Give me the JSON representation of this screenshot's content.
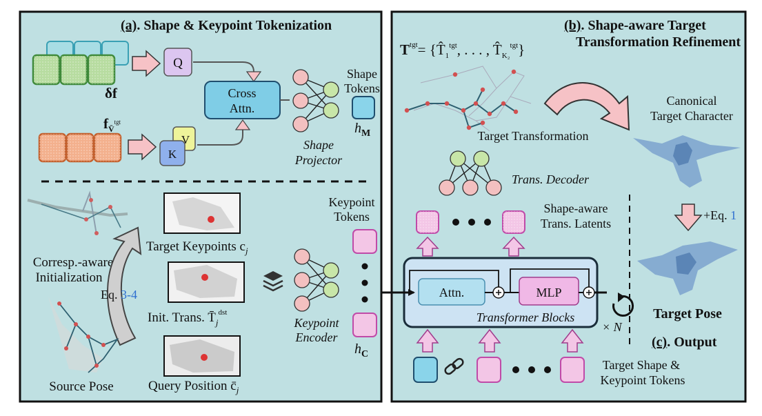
{
  "panel_a": {
    "title_label": "(a)",
    "title_rest": ". Shape & Keypoint Tokenization",
    "delta_f": "δf",
    "f_v": "f",
    "f_v_sub": "V̄",
    "f_v_sup": "tgt",
    "q": "Q",
    "k": "K",
    "v": "V",
    "cross_attn_line1": "Cross",
    "cross_attn_line2": "Attn.",
    "shape_tokens_line1": "Shape",
    "shape_tokens_line2": "Tokens",
    "h_m": "h",
    "h_m_sub": "M",
    "shape_projector_line1": "Shape",
    "shape_projector_line2": "Projector",
    "target_keypoints": "Target Keypoints c",
    "target_keypoints_sub": "j",
    "corresp_line1": "Corresp.-aware",
    "corresp_line2": "Initialization",
    "eq_prefix": "Eq. ",
    "eq_ref": "3-4",
    "init_trans": "Init. Trans. T̄",
    "init_trans_sub": "j",
    "init_trans_sup": "dst",
    "source_pose": "Source Pose",
    "query_position": "Query Position c̄",
    "query_position_sub": "j",
    "keypoint_tokens_line1": "Keypoint",
    "keypoint_tokens_line2": "Tokens",
    "keypoint_encoder_line1": "Keypoint",
    "keypoint_encoder_line2": "Encoder",
    "h_c": "h",
    "h_c_sub": "C"
  },
  "panel_b": {
    "title_label": "(b)",
    "title_rest": ". Shape-aware Target",
    "title_line2": "Transformation Refinement",
    "t_eq": "T",
    "t_eq_sup": "tgt",
    "t_eq_rhs": "= {T̂",
    "t_eq_rhs_sub1": "1",
    "t_eq_rhs_sup1": "tgt",
    "t_eq_dots": ", . . . , T̂",
    "t_eq_rhs_sub2": "K₂",
    "t_eq_rhs_sup2": "tgt",
    "t_eq_close": "}",
    "target_transformation": "Target Transformation",
    "trans_decoder": "Trans. Decoder",
    "shape_aware_line1": "Shape-aware",
    "shape_aware_line2": "Trans. Latents",
    "attn": "Attn.",
    "mlp": "MLP",
    "transformer_blocks": "Transformer Blocks",
    "times_n": "× N",
    "target_shape_line1": "Target Shape &",
    "target_shape_line2": "Keypoint Tokens"
  },
  "panel_c": {
    "canonical_line1": "Canonical",
    "canonical_line2": "Target Character",
    "eq_prefix": "+Eq. ",
    "eq_ref": "1",
    "target_pose": "Target Pose",
    "title_label": "(c)",
    "title_rest": ". Output"
  },
  "colors": {
    "panel_bg": "#bfe0e2",
    "green_token": "#b7dca0",
    "teal_token": "#a8dde4",
    "orange_token": "#f3b08d",
    "pink_token": "#f3c6e6",
    "pink_arrow": "#f6c2c6",
    "cross_attn": "#7fcde6",
    "q_box": "#dcc6f0",
    "v_box": "#eef49a",
    "k_box": "#8fb0ec",
    "node_pink": "#f3c0c0",
    "node_green": "#c8e6a8",
    "shape_token": "#8ad4ea",
    "transformer_bg": "#cde3f3",
    "attn_box": "#b3e0f0",
    "mlp_box": "#f0b8e6",
    "ref_blue": "#2f6fd0"
  }
}
